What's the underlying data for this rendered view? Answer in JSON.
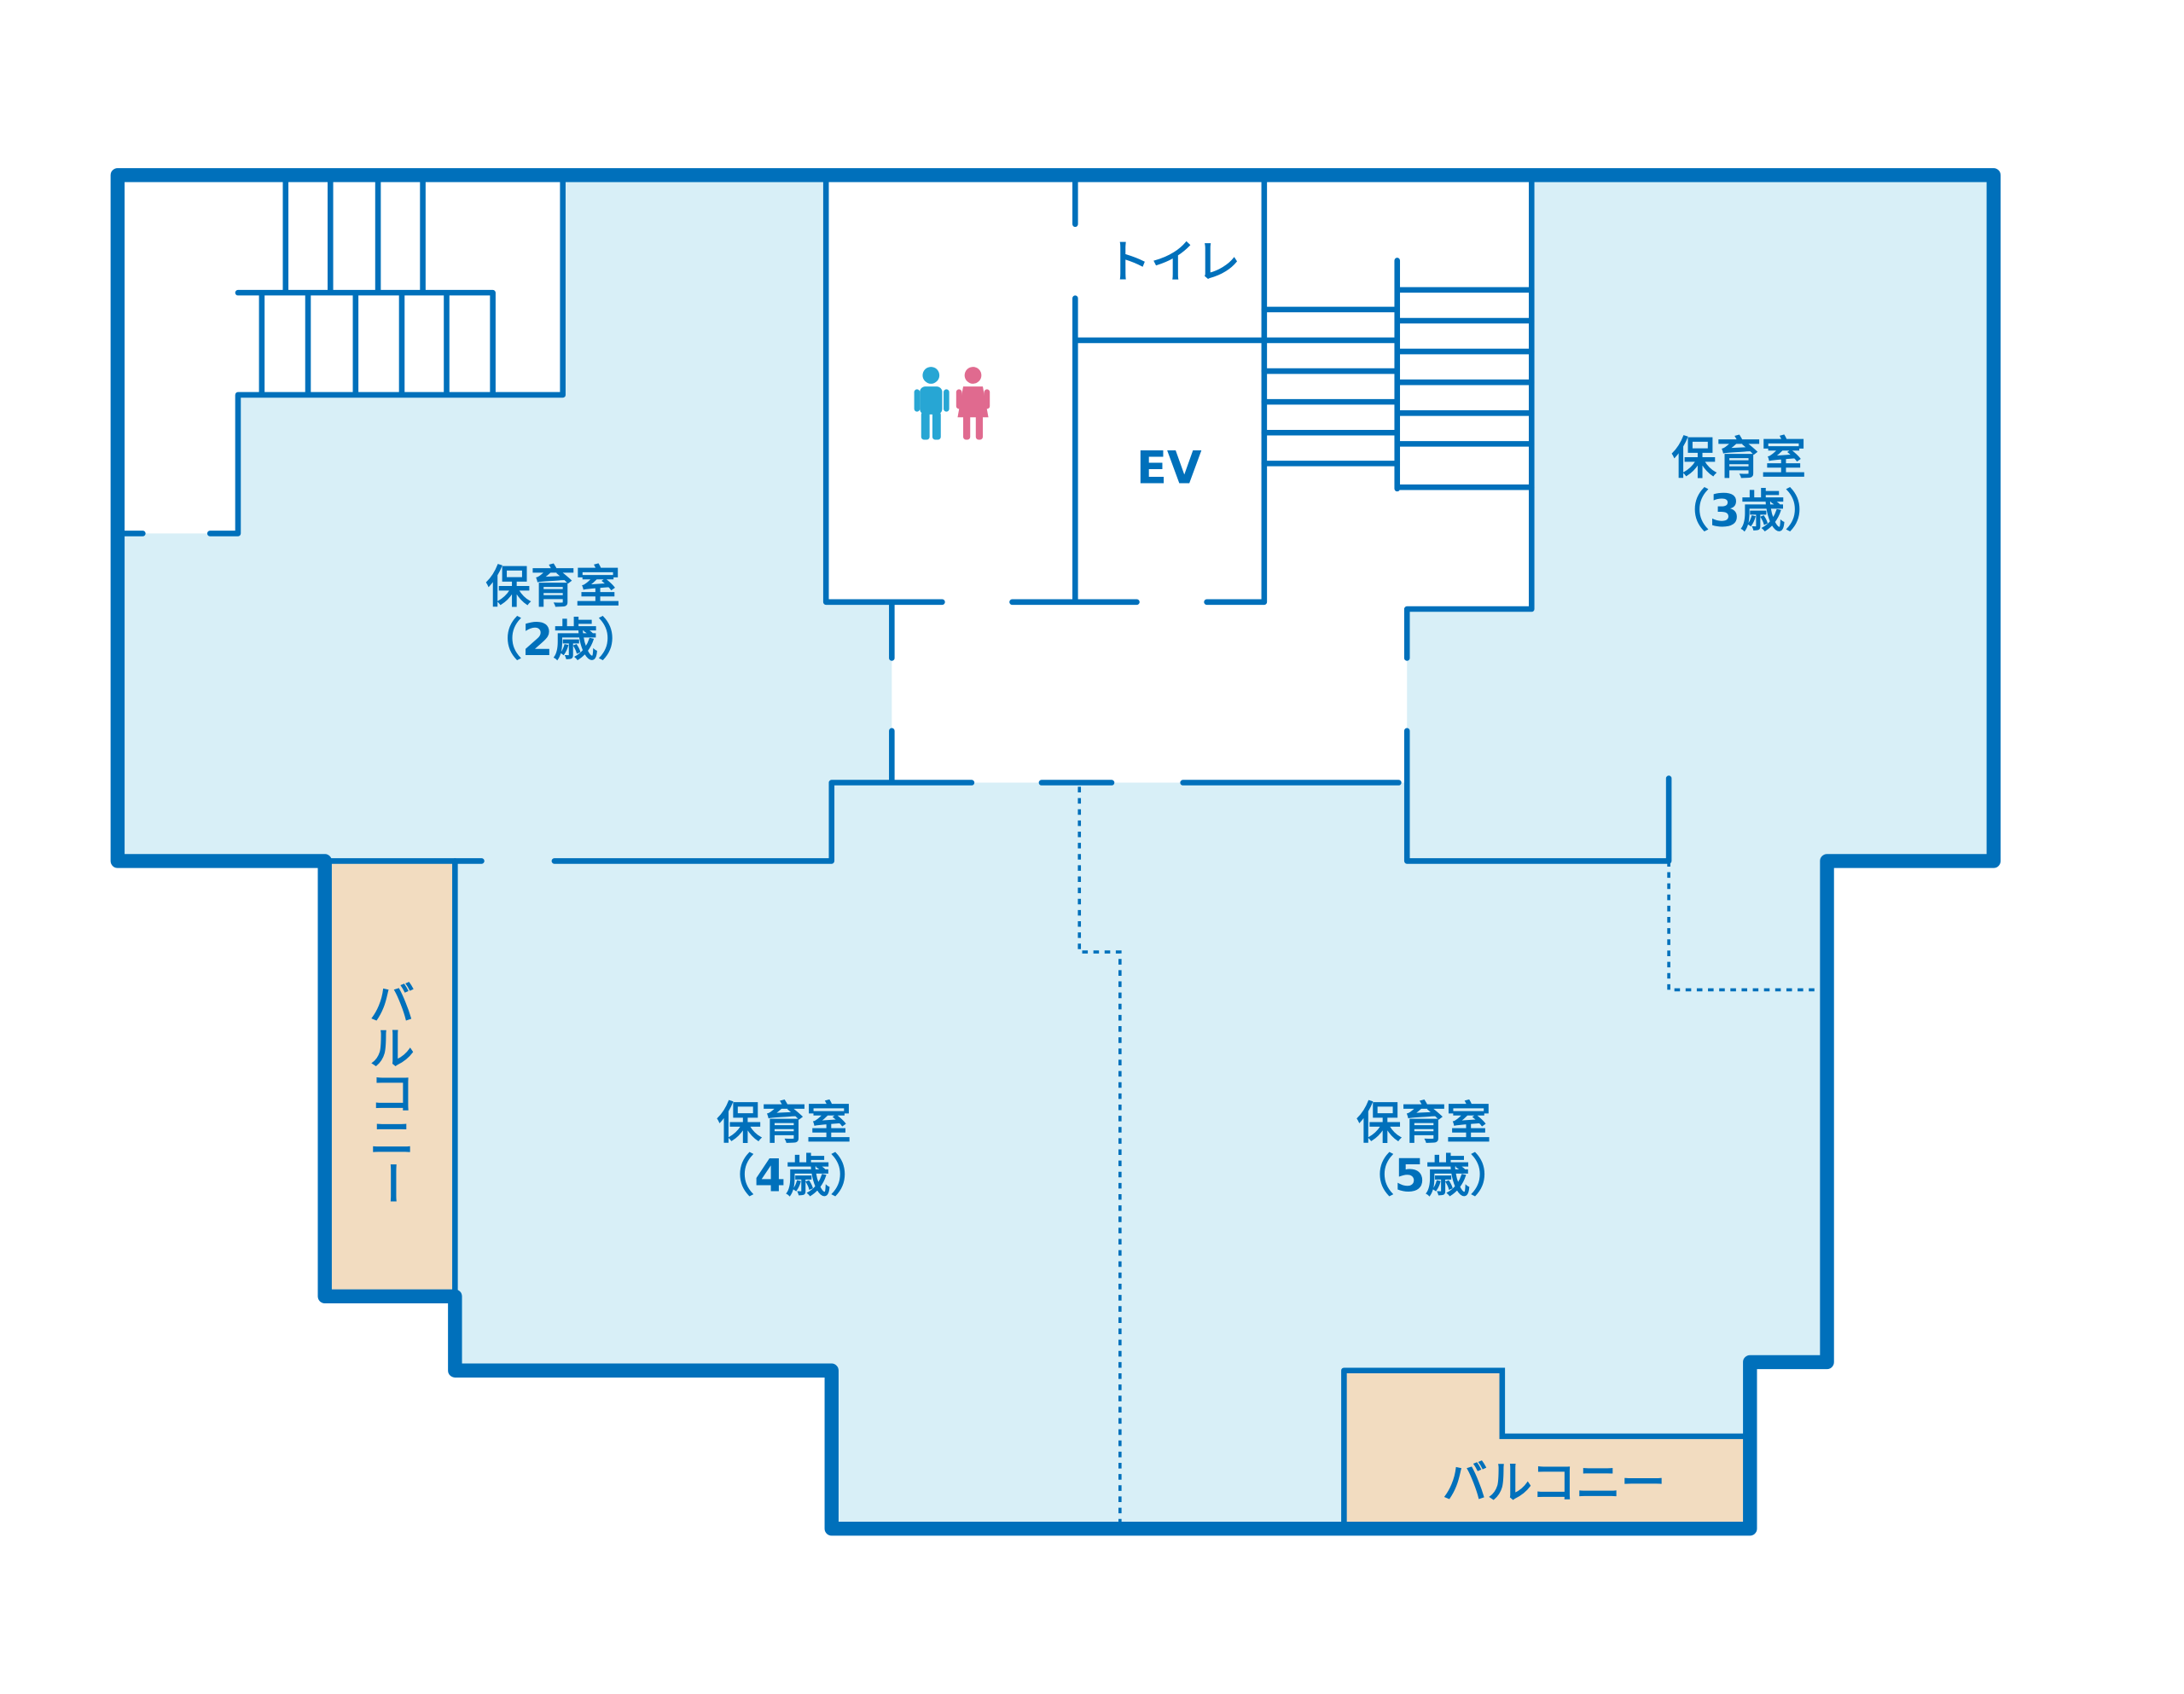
{
  "colors": {
    "wall": "#0070bb",
    "room": "#d8eff7",
    "balcony": "#f2dcc0",
    "male": "#27a6d4",
    "female": "#e06a8f"
  },
  "rooms": [
    {
      "name": "保育室",
      "age": "（2歳）"
    },
    {
      "name": "保育室",
      "age": "（3歳）"
    },
    {
      "name": "保育室",
      "age": "（4歳）"
    },
    {
      "name": "保育室",
      "age": "（5歳）"
    }
  ],
  "toilet": "トイレ",
  "elevator": "EV",
  "balcony_left": [
    "バ",
    "ル",
    "コ",
    "ニ",
    "ー"
  ],
  "balcony_bottom": "バルコニー",
  "icons": [
    "male-restroom-icon",
    "female-restroom-icon"
  ]
}
